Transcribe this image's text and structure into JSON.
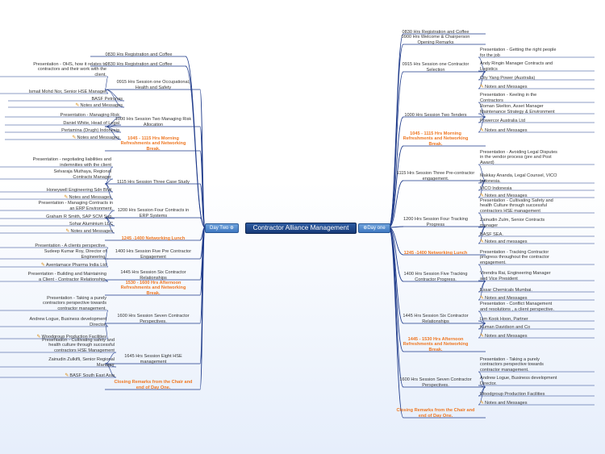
{
  "central": {
    "title": "Contractor Alliance Management"
  },
  "day_two": {
    "label": "Day Two",
    "items": [
      {
        "text": "0830 Hrs Registration and Coffee"
      },
      {
        "text": "0830 Hrs Registration and Coffee"
      },
      {
        "text": "0915 Hrs Session one Occupational,\nHealth and Safety",
        "children": [
          "Presentation - OHS, how it relates to\ncontractors and their work with the\nclient.",
          "Ismail Mohd Nor, Senior HSE Manager",
          "BASF Petronas",
          "Notes and Messages"
        ]
      },
      {
        "text": "1000 Hrs Session Two Managing Risk\nAllocation",
        "children": [
          "Presentation - Managing Risk",
          "Daniel White, Head of Legal",
          "Pertamina (Drugh) Indonesia",
          "Notes and Messages"
        ]
      },
      {
        "text": "1045 - 1115 Hrs Morning\nRefreshments and Networking\nBreak."
      },
      {
        "text": "1115 Hrs Session Three Case Study",
        "children": [
          "Presentation - negotiating liabilities and\nindemnities with the client",
          "Selvaraja Muthaya, Regional\nContracts Manager",
          "Honeywell Engineering Sdn Bhd",
          "Notes and Messages"
        ]
      },
      {
        "text": "1200 Hrs Session Four Contracts in\nERP Systems",
        "children": [
          "Presentation - Managing Contracts in\nan ERP Environment.",
          "Graham R Smith, SAP SCM Sup.",
          "Sohar Aluminium LLC",
          "Notes and Messages"
        ]
      },
      {
        "text": "1245 -1400 Networking Lunch"
      },
      {
        "text": "1400 Hrs Session Five Pre Contractor\nEngagement",
        "children": [
          "Presentation - A clients perspective.",
          "Sudeep Kumar Roy, Director of\nEngineering.",
          "Aventamace Pharma India Ltd"
        ]
      },
      {
        "text": "1445 Hrs Session Six Contractor\nRelationships",
        "children": [
          "Presentation - Building and Maintaining\na Client - Contractor Relationship."
        ]
      },
      {
        "text": "1530 - 1600 Hrs Afternoon\nRefreshments and Networking\nBreak."
      },
      {
        "text": "1600 Hrs Session Seven Contractor\nPerspectives.",
        "children": [
          "Presentation - Taking a purely\ncontractors perspective towards\ncontractor management.",
          "Andrew Logue, Business development\nDirector.",
          "Woodgroup Production Facilities"
        ]
      },
      {
        "text": "1645 Hrs Session Eight HSE\nmanagement",
        "children": [
          "Presentation - Cultivating safety and\nhealth culture through successful\ncontractors HSE Management",
          "Zainudin Zulkifli, Senior Regional\nManager",
          "BASF South East Asia"
        ]
      },
      {
        "text": "Closing Remarks from the Chair and\nend of Day One."
      }
    ]
  },
  "day_one": {
    "label": "Day one",
    "items": [
      {
        "text": "0830 Hrs Registration and Coffee"
      },
      {
        "text": "0900 Hrs Welcome & Chairperson\nOpening Remarks"
      },
      {
        "text": "0915 Hrs Session one Contractor\nSelection",
        "children": [
          "Presentation - Getting the right people\nfor the job",
          "Andy Ringin Manager Contracts and\nLogistics",
          "City Yang Power (Australia)",
          "Notes and Messages"
        ]
      },
      {
        "text": "1000 Hrs Session Two Tenders",
        "children": [
          "Presentation - Keeling in the\nContractors",
          "Roman Skelton, Asset Manager\nMaintenance Strategy & Environment",
          "Powercor Australia Ltd",
          "Notes and Messages"
        ]
      },
      {
        "text": "1045 - 1115 Hrs Morning\nRefreshments and Networking\nBreak."
      },
      {
        "text": "1115 Hrs Session Three Pre-contractor\nengagement.",
        "children": [
          "Presentation - Avoiding Legal Disputes\nin the vendor process (pre and Post\nAward)",
          "Makkay Ananda, Legal Counsel, VICO\nIndonesia.",
          "VICO Indonesia",
          "Notes and Messages"
        ]
      },
      {
        "text": "1200 Hrs Session Four Tracking\nProgress",
        "children": [
          "Presentation - Cultivating Safety and\nhealth Culture through successful\ncontractors HSE management",
          "Zainudin Zulm, Senior Contracts\nmanager",
          "BASF SEA.",
          "Notes and messages"
        ]
      },
      {
        "text": "1245 -1400 Networking Lunch"
      },
      {
        "text": "1400 Hrs Session Five Tracking\nContractor Progress.",
        "children": [
          "Presentation - Tracking Contractor\nprogress throughout the contractor\nengagement.",
          "Virendra Rai, Engineering Manager\nand Vice President",
          "Essar Chemicals Mumbai.",
          "Notes and Messages"
        ]
      },
      {
        "text": "1445 Hrs Session Six Contractor\nRelationships",
        "children": [
          "Presentation - Conflict Management\nand resolutions , a client perspective.",
          "Lim Kook Hoon, Partner",
          "Kuman Davidson and Co",
          "Notes and Messages"
        ]
      },
      {
        "text": "1445 - 1530 Hrs Afternoon\nRefreshments and Networking\nBreak."
      },
      {
        "text": "1600 Hrs Session Seven Contractor\nPerspectives.",
        "children": [
          "Presentation - Taking a purely\ncontractors perspective towards\ncontractor management.",
          "Andrew Logue, Business development\nDirector.",
          "Woodgroup Production Facilities",
          "Notes and Messages"
        ]
      },
      {
        "text": "Closing Remarks from the Chair and\nend of Day One."
      }
    ]
  }
}
